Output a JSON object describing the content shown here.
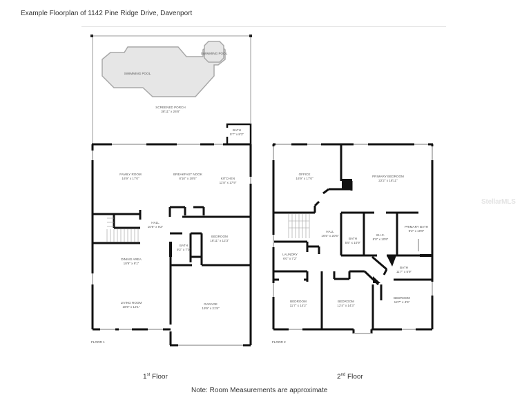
{
  "header": {
    "title": "Example Floorplan of  1142 Pine Ridge Drive, Davenport"
  },
  "watermark": "StellarMLS",
  "floor1": {
    "plan_label": "FLOOR 1",
    "caption_num": "1",
    "caption_sup": "st",
    "caption_word": " Floor",
    "rooms": [
      {
        "name": "SWIMMING POOL",
        "dims": ""
      },
      {
        "name": "SWIMMING POOL",
        "dims": ""
      },
      {
        "name": "SCREENED PORCH",
        "dims": "38'11\" x 26'8\""
      },
      {
        "name": "BATH",
        "dims": "5'7\" x 8'3\""
      },
      {
        "name": "FAMILY ROOM",
        "dims": "16'9\" x 17'0\""
      },
      {
        "name": "BREAKFAST NOOK",
        "dims": "8'10\" x 19'5\""
      },
      {
        "name": "KITCHEN",
        "dims": "11'8\" x 17'9\""
      },
      {
        "name": "HALL",
        "dims": "10'9\" x 9'2\""
      },
      {
        "name": "BEDROOM",
        "dims": "18'11\" x 12'3\""
      },
      {
        "name": "BATH",
        "dims": "9'2\" x 7'0\""
      },
      {
        "name": "DINING AREA",
        "dims": "18'9\" x 9'1\""
      },
      {
        "name": "LIVING ROOM",
        "dims": "18'9\" x 12'1\""
      },
      {
        "name": "GARAGE",
        "dims": "19'9\" x 21'8\""
      }
    ]
  },
  "floor2": {
    "plan_label": "FLOOR 2",
    "caption_num": "2",
    "caption_sup": "nd",
    "caption_word": " Floor",
    "rooms": [
      {
        "name": "OFFICE",
        "dims": "16'9\" x 17'0\""
      },
      {
        "name": "PRIMARY BEDROOM",
        "dims": "22'2\" x 18'11\""
      },
      {
        "name": "HALL",
        "dims": "16'5\" x 20'6\""
      },
      {
        "name": "BATH",
        "dims": "5'5\" x 10'9\""
      },
      {
        "name": "W.I.C.",
        "dims": "8'0\" x 10'9\""
      },
      {
        "name": "PRIMARY BATH",
        "dims": "9'2\" x 10'9\""
      },
      {
        "name": "LAUNDRY",
        "dims": "6'0\" x 7'2\""
      },
      {
        "name": "BATH",
        "dims": "11'7\" x 5'9\""
      },
      {
        "name": "BEDROOM",
        "dims": "11'7\" x 14'2\""
      },
      {
        "name": "BEDROOM",
        "dims": "12'4\" x 14'3\""
      },
      {
        "name": "BEDROOM",
        "dims": "12'7\" x 4'6\""
      }
    ]
  },
  "footer": {
    "note": "Note: Room Measurements are approximate"
  }
}
